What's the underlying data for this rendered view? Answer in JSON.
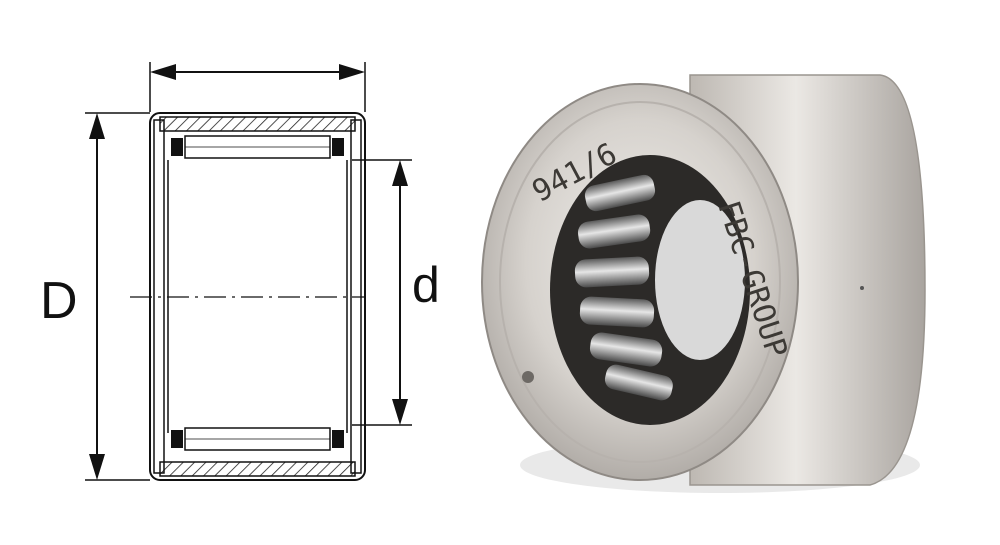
{
  "diagram": {
    "outer_diameter_label": "D",
    "inner_diameter_label": "d"
  },
  "photo": {
    "part_number": "941/6",
    "brand": "FBC-GROUP"
  },
  "colors": {
    "line": "#111111",
    "hatch": "#222222",
    "metal_light": "#d8d5d0",
    "metal_dark": "#8a8580"
  }
}
